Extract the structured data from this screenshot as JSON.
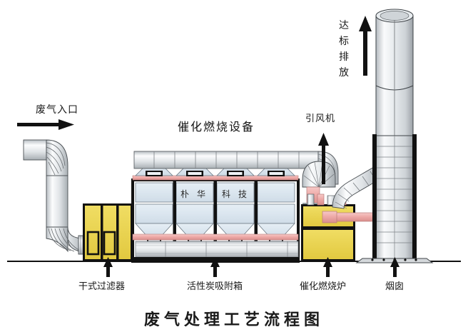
{
  "diagram": {
    "title": "废气处理工艺流程图",
    "equipment_label": "催化燃烧设备",
    "inlet_label": "废气入口",
    "fan_label": "引风机",
    "stack_outlet_chars": [
      "达",
      "标",
      "排",
      "放"
    ],
    "brand_chars": [
      "朴",
      "华",
      "科",
      "技"
    ],
    "bottom_labels": [
      {
        "name": "干式过滤器"
      },
      {
        "name": "活性炭吸附箱"
      },
      {
        "name": "催化燃烧炉"
      },
      {
        "name": "烟囱"
      }
    ]
  },
  "colors": {
    "yellow": "#e8d24e",
    "panel_blue": "#dbe6ef",
    "duct_gray": "#d9dde0",
    "pipe_pink": "#eeaaa8",
    "outline": "#111111",
    "text": "#1a1a1a"
  }
}
